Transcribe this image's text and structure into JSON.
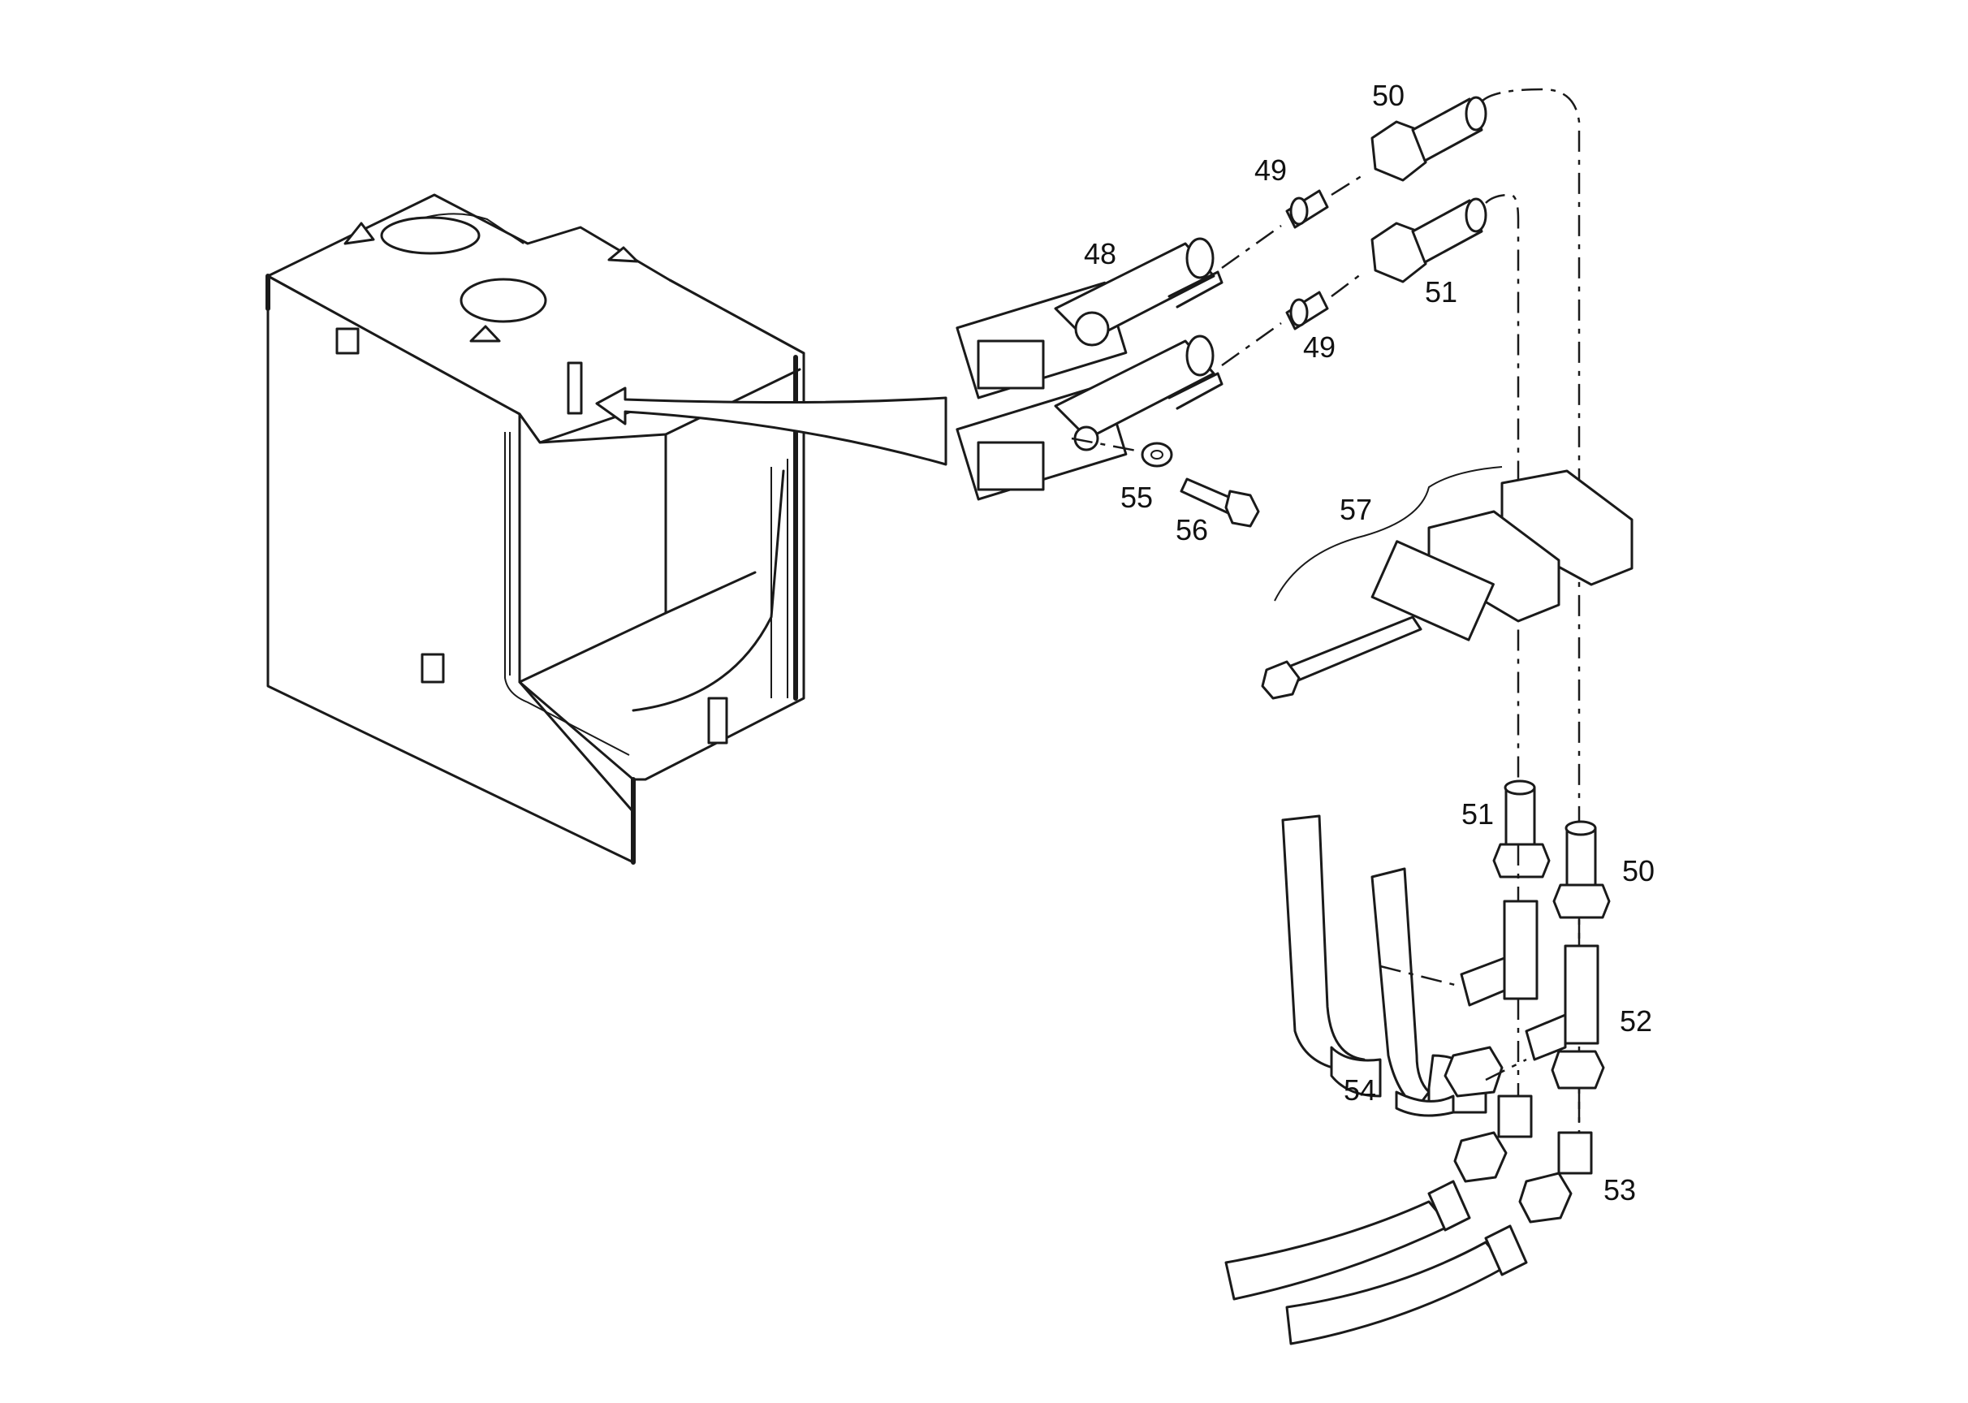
{
  "callouts": {
    "c48": "48",
    "c49_upper": "49",
    "c49_lower": "49",
    "c50_top": "50",
    "c50_bottom": "50",
    "c51_top": "51",
    "c51_bottom": "51",
    "c52": "52",
    "c53": "53",
    "c54": "54",
    "c55": "55",
    "c56": "56",
    "c57": "57"
  },
  "colors": {
    "ink": "#1a1a1a",
    "paper": "#ffffff"
  }
}
